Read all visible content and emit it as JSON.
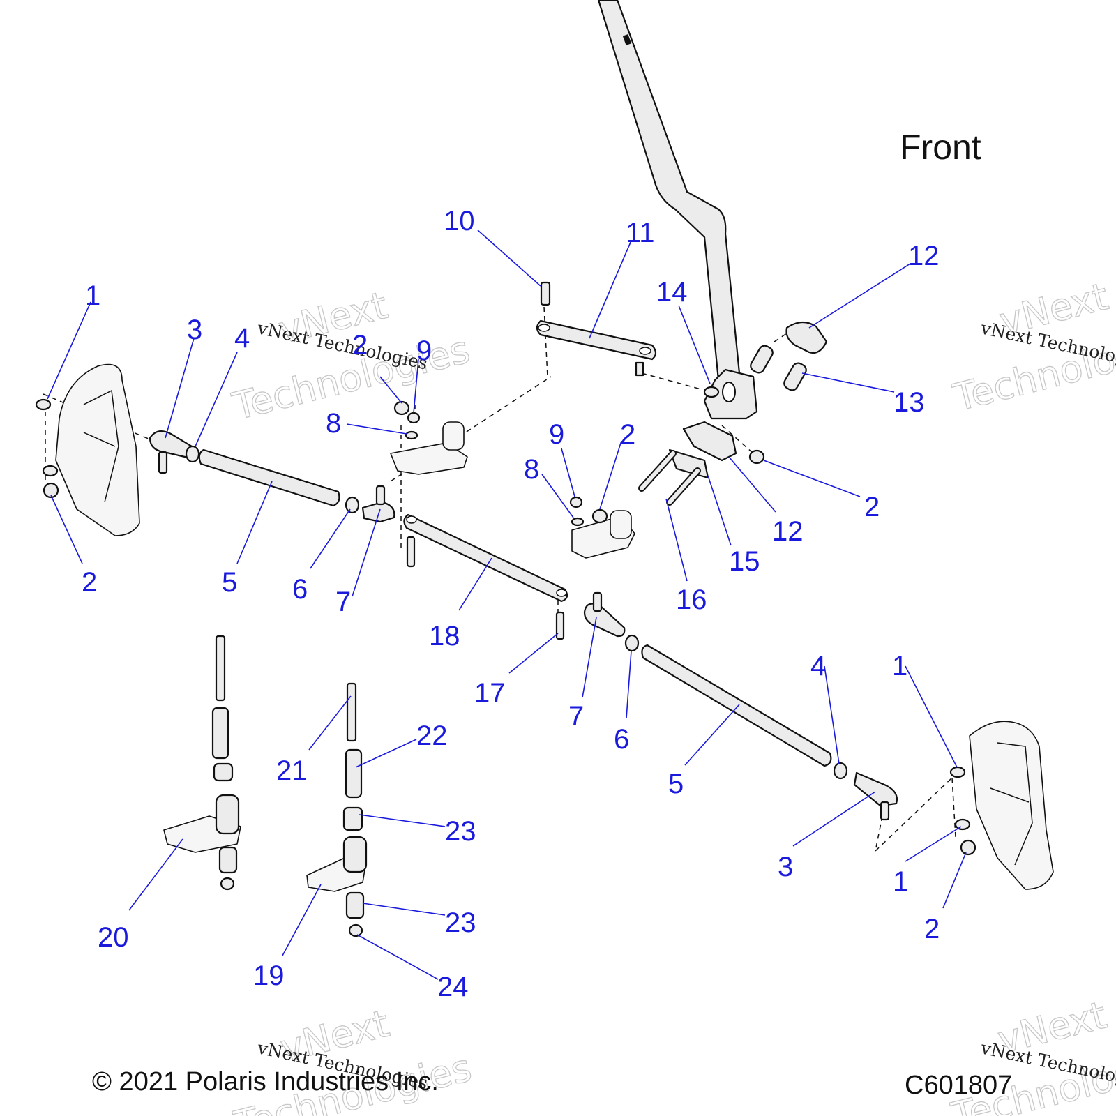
{
  "view_label": "Front",
  "copyright": "© 2021 Polaris Industries Inc.",
  "figure_code": "C601807",
  "watermark": {
    "line1": "vNext",
    "line2": "Technologies",
    "small": "vNext Technologies"
  },
  "colors": {
    "callout": "#1a1adc",
    "outline": "#111111",
    "part_fill": "#ececec",
    "watermark": "#c8c8c8"
  },
  "callouts": [
    "1",
    "2",
    "3",
    "4",
    "5",
    "6",
    "7",
    "8",
    "9",
    "10",
    "11",
    "12",
    "13",
    "14",
    "15",
    "16",
    "17",
    "18",
    "19",
    "20",
    "21",
    "22",
    "23",
    "24"
  ]
}
